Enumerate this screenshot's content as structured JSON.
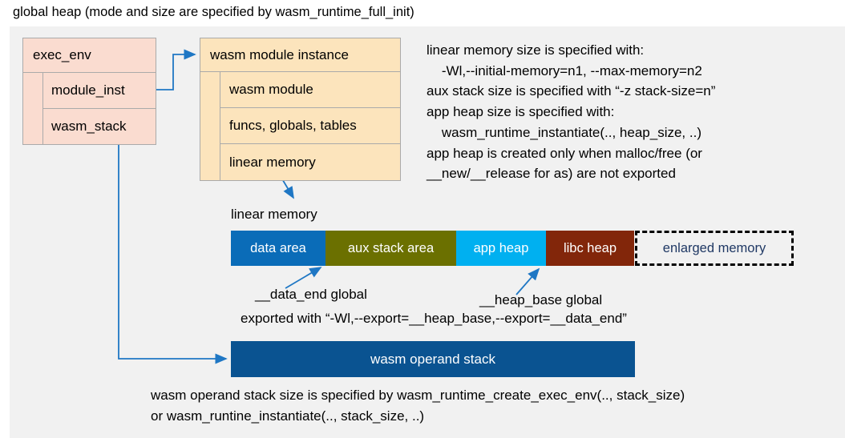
{
  "title": "global heap (mode and size are specified by wasm_runtime_full_init)",
  "exec_env": {
    "header": "exec_env",
    "rows": [
      {
        "label": "module_inst"
      },
      {
        "label": "wasm_stack"
      }
    ]
  },
  "module_instance": {
    "header": "wasm module instance",
    "rows": [
      {
        "label": "wasm module"
      },
      {
        "label": "funcs, globals, tables"
      },
      {
        "label": "linear memory"
      }
    ]
  },
  "info_text": "linear memory size is specified with:\n    -Wl,--initial-memory=n1, --max-memory=n2\naux stack size is specified with “-z stack-size=n”\napp heap size is specified with:\n    wasm_runtime_instantiate(.., heap_size, ..)\napp heap is created only when malloc/free (or\n__new/__release for as) are not exported",
  "linear_memory": {
    "label": "linear memory",
    "segments": [
      {
        "label": "data area",
        "color": "#0a6cb8",
        "width": 118
      },
      {
        "label": "aux stack area",
        "color": "#6b7000",
        "width": 163
      },
      {
        "label": "app heap",
        "color": "#00b0f0",
        "width": 112
      },
      {
        "label": "libc heap",
        "color": "#82260a",
        "width": 110
      },
      {
        "label": "enlarged memory",
        "color": "#f1f1f1",
        "width": 198
      }
    ]
  },
  "annotations": {
    "data_end": "__data_end global",
    "heap_base": "__heap_base global",
    "exported": "exported with “-Wl,--export=__heap_base,--export=__data_end”"
  },
  "operand_stack": {
    "label": "wasm operand stack",
    "color": "#0a5391"
  },
  "bottom_text": "wasm operand stack size is specified by wasm_runtime_create_exec_env(.., stack_size)\nor wasm_runtine_instantiate(.., stack_size, ..)",
  "colors": {
    "panel_bg": "#f1f1f1",
    "exec_env_fill": "#fadcd0",
    "module_fill": "#fce4bc",
    "wire": "#1f77c4",
    "enlarged_text": "#1f3864"
  }
}
